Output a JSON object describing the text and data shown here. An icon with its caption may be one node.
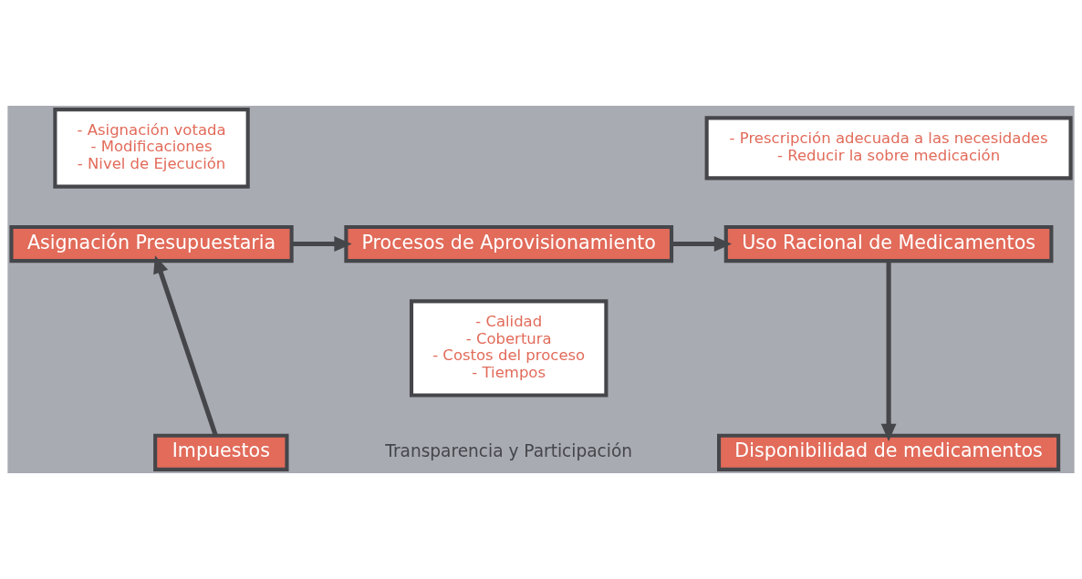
{
  "diagram": {
    "nodes": [
      {
        "text": [
          "- Asignación votada",
          "- Modificaciones",
          "- Nivel de Ejecución"
        ]
      },
      {
        "text": [
          "Asignación Presupuestaria"
        ]
      },
      {
        "text": [
          "Procesos de Aprovisionamiento"
        ]
      },
      {
        "text": [
          "- Calidad",
          "- Cobertura",
          "- Costos del proceso",
          "- Tiempos"
        ]
      },
      {
        "text": [
          "- Prescripción adecuada a las necesidades",
          "- Reducir la sobre medicación"
        ]
      },
      {
        "text": [
          "Uso Racional de Medicamentos"
        ]
      },
      {
        "text": [
          "Impuestos"
        ]
      },
      {
        "text": [
          "Disponibilidad de medicamentos"
        ]
      }
    ],
    "edges": [
      {
        "from": 6,
        "to": 1,
        "arrow": "to"
      },
      {
        "from": 1,
        "to": 2,
        "arrow": "to"
      },
      {
        "from": 2,
        "to": 5,
        "arrow": "to"
      },
      {
        "from": 5,
        "to": 7,
        "arrow": "to"
      }
    ],
    "labels": [
      "Transparencia y Participación"
    ]
  }
}
